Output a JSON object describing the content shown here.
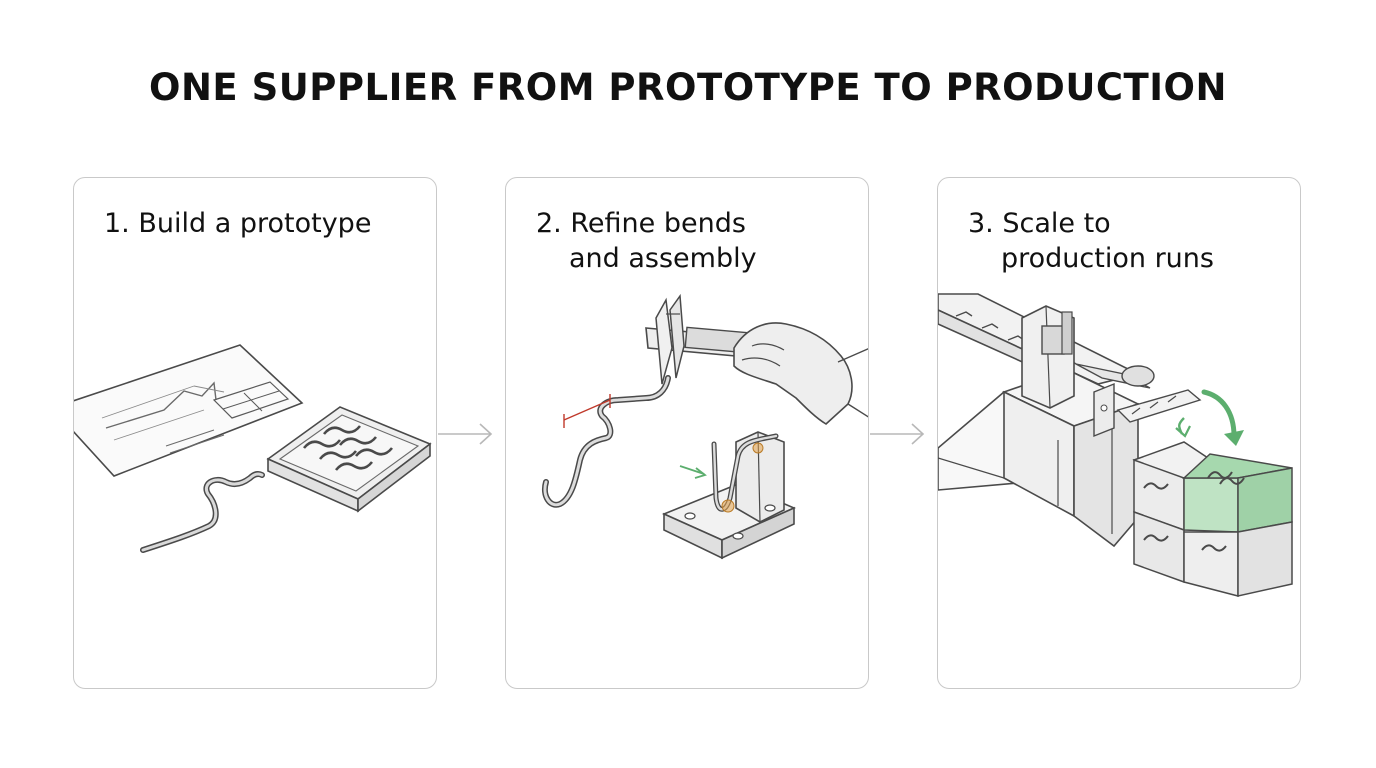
{
  "title": "ONE SUPPLIER FROM PROTOTYPE TO PRODUCTION",
  "steps": [
    {
      "number": "1.",
      "line1": "Build a prototype",
      "line2": ""
    },
    {
      "number": "2.",
      "line1": "Refine bends",
      "line2": "and assembly"
    },
    {
      "number": "3.",
      "line1": "Scale to",
      "line2": "production runs"
    }
  ],
  "colors": {
    "stroke": "#4a4a4a",
    "panel_border": "#c9c9c9",
    "measure_red": "#c0392b",
    "accent_green": "#5cae6e",
    "bin_green": "#bfe3c4",
    "weld_orange": "#e3a24a"
  }
}
